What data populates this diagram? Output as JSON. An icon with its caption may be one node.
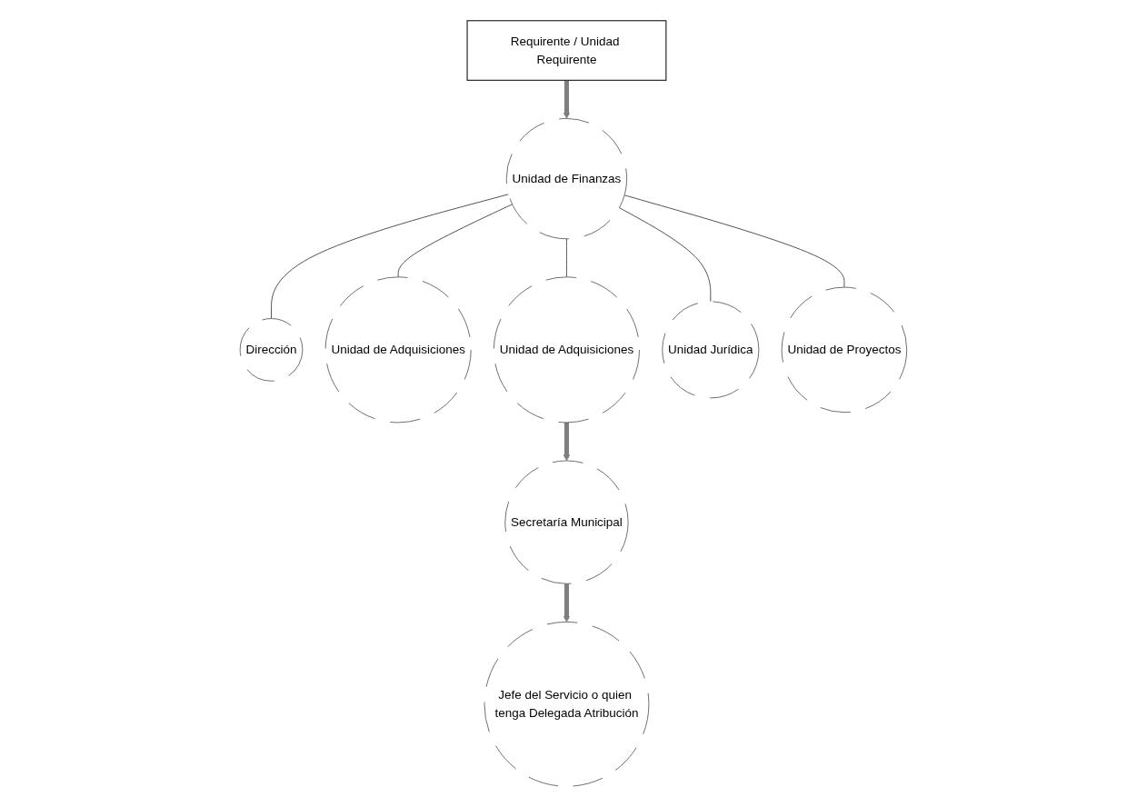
{
  "diagram": {
    "nodes": [
      {
        "text": [
          "Requirente / Unidad Requirente"
        ]
      },
      {
        "text": [
          "Unidad de Finanzas"
        ]
      },
      {
        "text": [
          "Dirección"
        ]
      },
      {
        "text": [
          "Unidad de Adquisiciones"
        ]
      },
      {
        "text": [
          "Unidad de Adquisiciones"
        ]
      },
      {
        "text": [
          "Unidad Jurídica"
        ]
      },
      {
        "text": [
          "Unidad de Proyectos"
        ]
      },
      {
        "text": [
          "Secretaría Municipal"
        ]
      },
      {
        "text": [
          "Jefe del Servicio o quien tenga Delegada Atribución"
        ]
      }
    ],
    "edges": [
      {
        "from": 0,
        "to": 1,
        "arrow": "to",
        "style": "thick",
        "color": "#7f7f7f"
      },
      {
        "from": 1,
        "to": 2,
        "arrow": "none"
      },
      {
        "from": 1,
        "to": 3,
        "arrow": "none"
      },
      {
        "from": 1,
        "to": 4,
        "arrow": "none"
      },
      {
        "from": 1,
        "to": 5,
        "arrow": "none"
      },
      {
        "from": 1,
        "to": 6,
        "arrow": "none"
      },
      {
        "from": 4,
        "to": 7,
        "arrow": "to",
        "style": "thick",
        "color": "#7f7f7f"
      },
      {
        "from": 7,
        "to": 8,
        "arrow": "to",
        "style": "thick",
        "color": "#7f7f7f"
      }
    ]
  }
}
